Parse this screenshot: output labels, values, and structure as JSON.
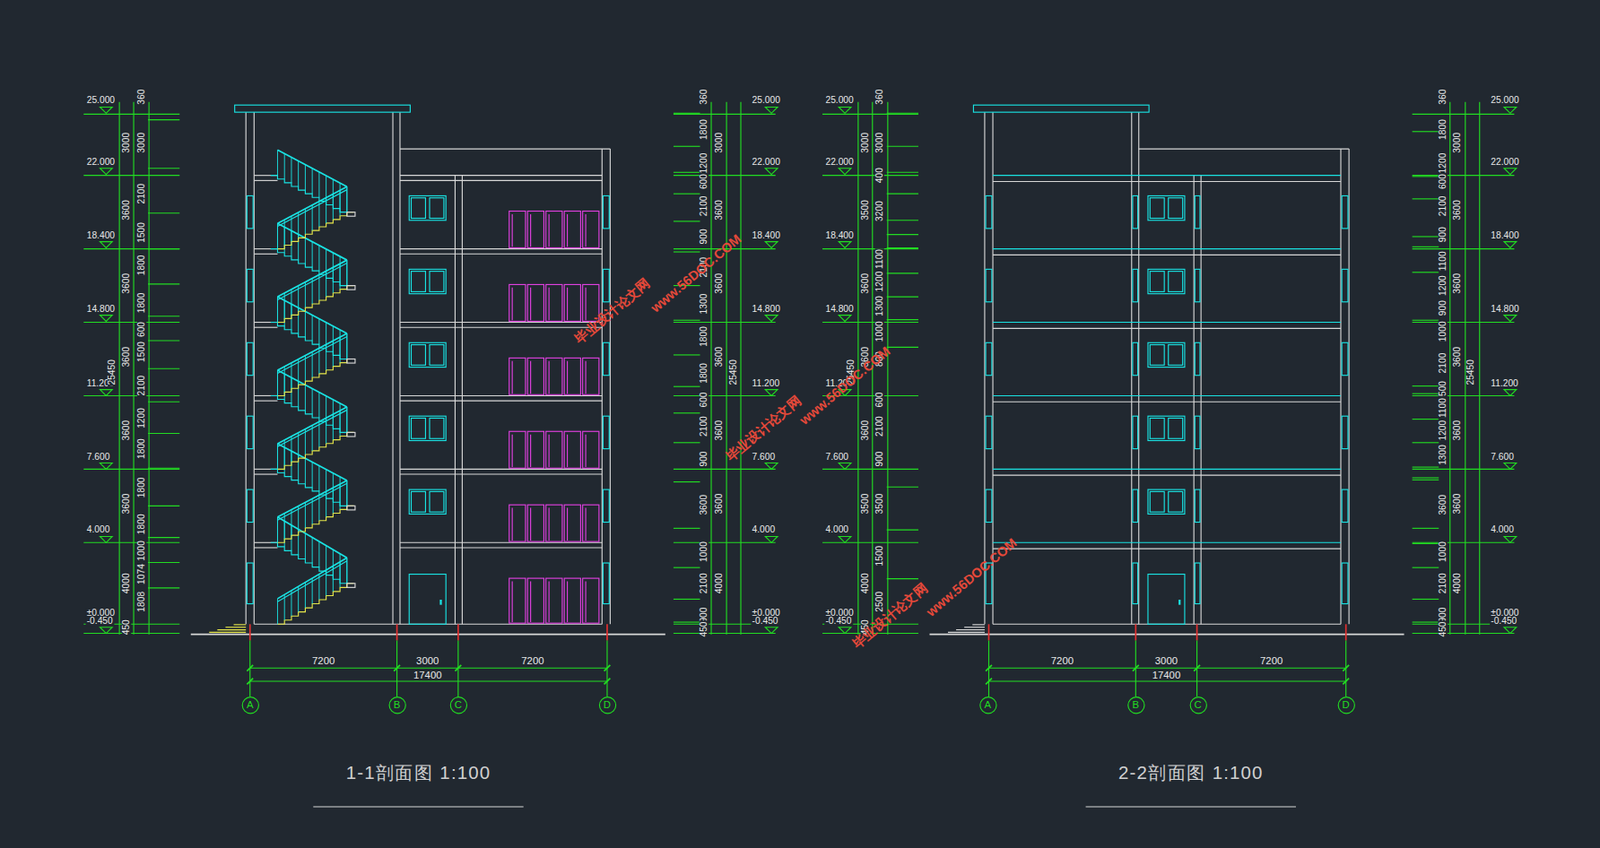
{
  "diagram": {
    "nodes": [
      {
        "text": [
          "A"
        ]
      },
      {
        "text": [
          "B"
        ]
      },
      {
        "text": [
          "C"
        ]
      },
      {
        "text": [
          "D"
        ]
      },
      {
        "text": [
          "A"
        ]
      },
      {
        "text": [
          "B"
        ]
      },
      {
        "text": [
          "C"
        ]
      },
      {
        "text": [
          "D"
        ]
      }
    ],
    "edges": [],
    "labels": [
      "1-1剖面图 1:100",
      "2-2剖面图 1:100",
      "25.000",
      "22.000",
      "18.400",
      "14.800",
      "11.200",
      "7.600",
      "4.000",
      "±0.000",
      "-0.450",
      "3000",
      "3600",
      "3600",
      "3600",
      "3600",
      "3600",
      "4000",
      "450",
      "360",
      "3000",
      "2100",
      "1500",
      "1800",
      "1800",
      "600",
      "1500",
      "2100",
      "1200",
      "1800",
      "1800",
      "1800",
      "1000",
      "1074",
      "1808",
      "25450",
      "360",
      "1800",
      "1200",
      "600",
      "2100",
      "900",
      "2100",
      "1300",
      "1800",
      "1800",
      "600",
      "2100",
      "900",
      "3600",
      "1000",
      "2100",
      "900",
      "450",
      "3000",
      "3600",
      "3600",
      "3600",
      "3600",
      "3600",
      "4000",
      "25450",
      "25.000",
      "22.000",
      "18.400",
      "14.800",
      "11.200",
      "7.600",
      "4.000",
      "±0.000",
      "-0.450",
      "7200",
      "3000",
      "7200",
      "17400",
      "25.000",
      "22.000",
      "18.400",
      "14.800",
      "11.200",
      "7.600",
      "4.000",
      "±0.000",
      "-0.450",
      "3000",
      "3500",
      "3600",
      "3600",
      "3600",
      "3500",
      "4000",
      "450",
      "360",
      "3000",
      "400",
      "3200",
      "1100",
      "1200",
      "1300",
      "1000",
      "800",
      "600",
      "2100",
      "900",
      "3500",
      "1500",
      "2500",
      "25450",
      "360",
      "1800",
      "1200",
      "600",
      "2100",
      "900",
      "1100",
      "1200",
      "900",
      "1000",
      "2100",
      "500",
      "1100",
      "1200",
      "1300",
      "3600",
      "1000",
      "2100",
      "900",
      "450",
      "3000",
      "3600",
      "3600",
      "3600",
      "3600",
      "3600",
      "4000",
      "25450",
      "25.000",
      "22.000",
      "18.400",
      "14.800",
      "11.200",
      "7.600",
      "4.000",
      "±0.000",
      "-0.450",
      "7200",
      "3000",
      "7200",
      "17400",
      "毕业设计论文网",
      "www.56DOC.COM",
      "毕业设计论文网",
      "www.56DOC.COM",
      "毕业设计论文网",
      "www.56DOC.COM"
    ]
  }
}
